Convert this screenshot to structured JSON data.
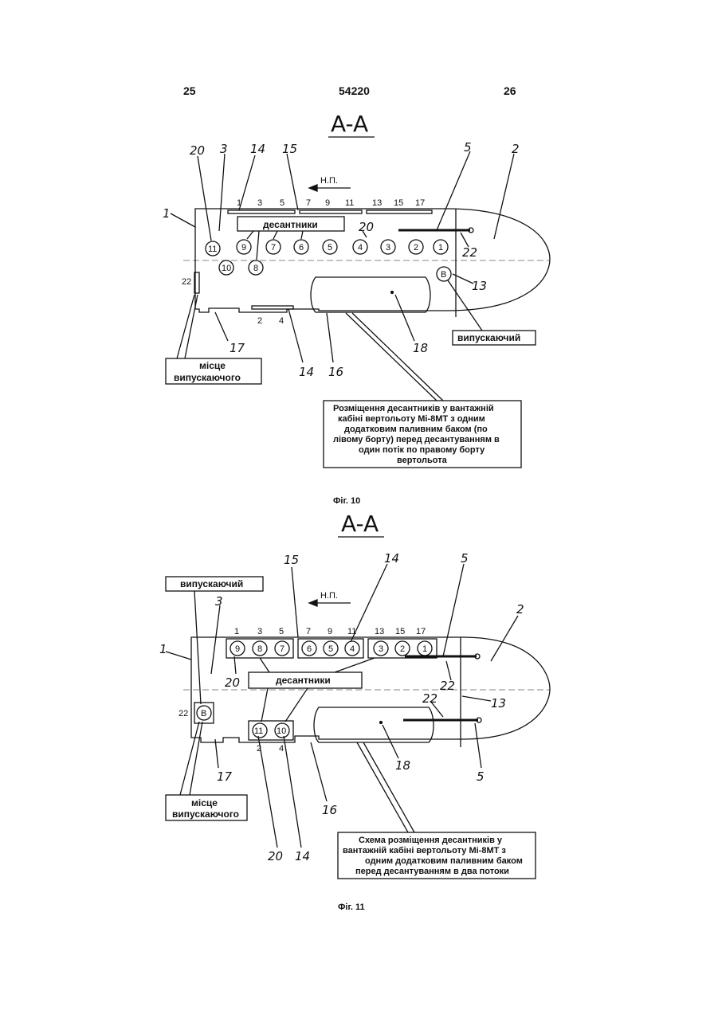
{
  "header": {
    "left_page": "25",
    "doc_number": "54220",
    "right_page": "26"
  },
  "fig10": {
    "section": "A-A",
    "direction": "Н.П.",
    "caption": "Фіг. 10",
    "row_numbers_top": [
      "1",
      "3",
      "5",
      "7",
      "9",
      "11",
      "13",
      "15",
      "17"
    ],
    "row_numbers_bottom": [
      "2",
      "4"
    ],
    "seats": [
      "11",
      "9",
      "7",
      "6",
      "5",
      "4",
      "3",
      "2",
      "1"
    ],
    "seats_extra": [
      "10",
      "8"
    ],
    "dispatcher_mark": "В",
    "labels": {
      "paratroopers": "десантники",
      "dispatcher": "випускаючий",
      "dispatcher_place_line1": "місце",
      "dispatcher_place_line2": "випускаючого",
      "num_22": "22"
    },
    "refs": [
      "20",
      "3",
      "14",
      "15",
      "5",
      "2",
      "1",
      "20",
      "22",
      "13",
      "17",
      "18",
      "14",
      "16"
    ],
    "description": [
      "Розміщення десантників у вантажній",
      "кабіні вертольоту Мі-8МТ з одним",
      "додатковим паливним баком (по",
      "лівому борту) перед десантуванням в",
      "один потік по правому борту",
      "вертольота"
    ]
  },
  "fig11": {
    "section": "A-A",
    "direction": "Н.П.",
    "caption": "Фіг. 11",
    "row_numbers_top": [
      "1",
      "3",
      "5",
      "7",
      "9",
      "11",
      "13",
      "15",
      "17"
    ],
    "row_numbers_bottom": [
      "2",
      "4"
    ],
    "seats_top": [
      "9",
      "8",
      "7",
      "6",
      "5",
      "4",
      "3",
      "2",
      "1"
    ],
    "seats_bottom": [
      "11",
      "10"
    ],
    "dispatcher_mark": "В",
    "labels": {
      "paratroopers": "десантники",
      "dispatcher": "випускаючий",
      "dispatcher_place_line1": "місце",
      "dispatcher_place_line2": "випускаючого",
      "num_22": "22"
    },
    "refs": [
      "15",
      "14",
      "5",
      "2",
      "3",
      "1",
      "20",
      "22",
      "22",
      "13",
      "17",
      "18",
      "5",
      "16",
      "20",
      "14"
    ],
    "description": [
      "Схема розміщення десантників у",
      "вантажній кабіні вертольоту Мі-8МТ з",
      "одним додатковим паливним баком",
      "перед десантуванням в два потоки"
    ]
  },
  "colors": {
    "ink": "#111111",
    "paper": "#ffffff"
  }
}
